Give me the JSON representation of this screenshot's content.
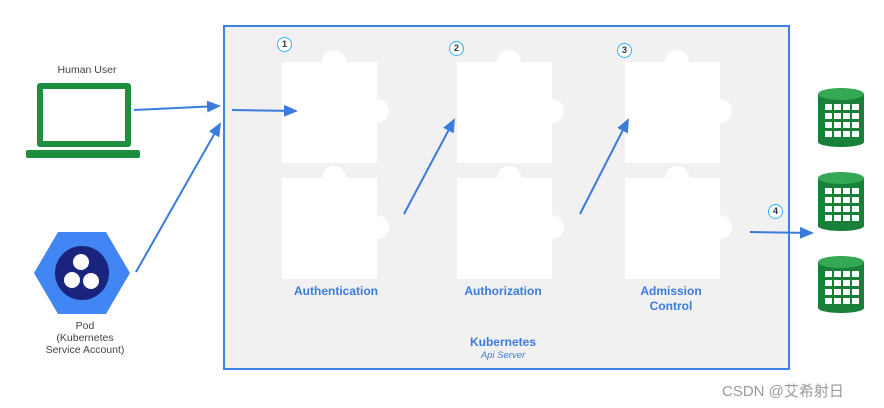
{
  "actors": {
    "human_user": "Human User",
    "pod_lines": [
      "Pod",
      "(Kubernetes",
      "Service Account)"
    ]
  },
  "stages": [
    {
      "step": "1",
      "label_lines": [
        "Authentication"
      ]
    },
    {
      "step": "2",
      "label_lines": [
        "Authorization"
      ]
    },
    {
      "step": "3",
      "label_lines": [
        "Admission",
        "Control"
      ]
    }
  ],
  "final_step": "4",
  "api_server": {
    "title": "Kubernetes",
    "subtitle": "Api Server"
  },
  "watermark": "CSDN @艾希射日",
  "colors": {
    "box_border": "#3b82e6",
    "box_fill": "#f1f1f1",
    "arrow": "#3b7bdc",
    "laptop": "#1e8e3e",
    "pod_hex": "#4285f4",
    "database": "#188038"
  }
}
